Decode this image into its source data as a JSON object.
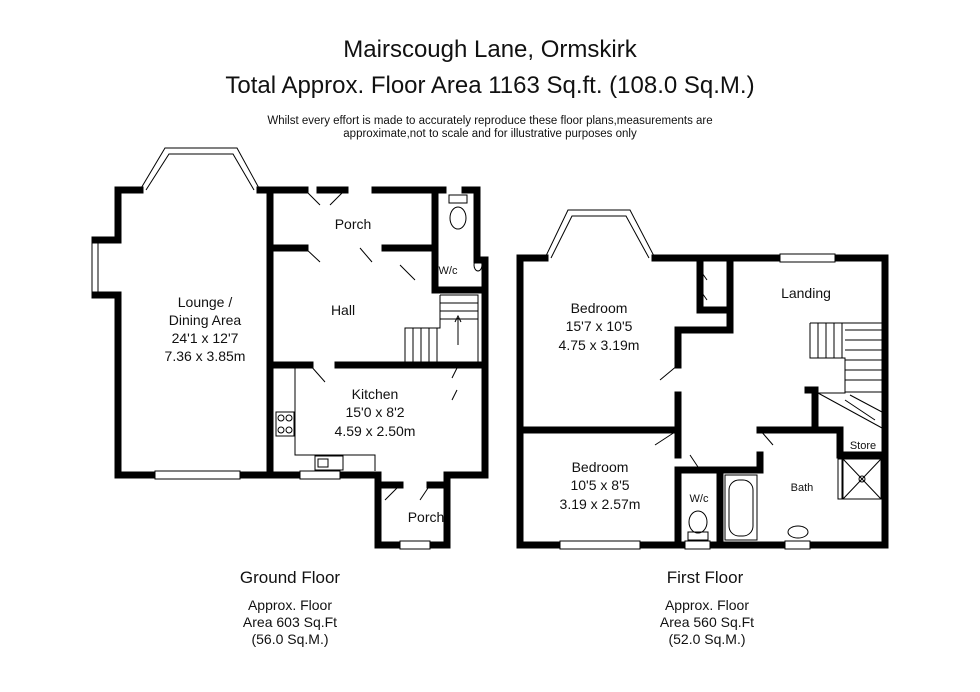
{
  "header": {
    "title": "Mairscough Lane, Ormskirk",
    "subtitle": "Total Approx. Floor Area 1163 Sq.ft. (108.0 Sq.M.)",
    "disclaimer_line1": "Whilst every effort is made to accurately reproduce these floor plans,measurements are",
    "disclaimer_line2": "approximate,not to scale and for illustrative purposes only"
  },
  "ground_floor": {
    "name": "Ground Floor",
    "area_line1": "Approx. Floor",
    "area_line2": "Area 603 Sq.Ft",
    "area_line3": "(56.0 Sq.M.)",
    "rooms": {
      "lounge": {
        "name1": "Lounge /",
        "name2": "Dining Area",
        "imperial": "24'1 x 12'7",
        "metric": "7.36 x 3.85m"
      },
      "porch_top": {
        "name": "Porch"
      },
      "wc": {
        "name": "W/c"
      },
      "hall": {
        "name": "Hall"
      },
      "kitchen": {
        "name": "Kitchen",
        "imperial": "15'0 x 8'2",
        "metric": "4.59 x 2.50m"
      },
      "porch_bottom": {
        "name": "Porch"
      }
    }
  },
  "first_floor": {
    "name": "First Floor",
    "area_line1": "Approx. Floor",
    "area_line2": "Area 560 Sq.Ft",
    "area_line3": "(52.0 Sq.M.)",
    "rooms": {
      "bedroom1": {
        "name": "Bedroom",
        "imperial": "15'7 x 10'5",
        "metric": "4.75 x 3.19m"
      },
      "landing": {
        "name": "Landing"
      },
      "bedroom2": {
        "name": "Bedroom",
        "imperial": "10'5 x 8'5",
        "metric": "3.19 x 2.57m"
      },
      "wc": {
        "name": "W/c"
      },
      "store": {
        "name": "Store"
      },
      "bath": {
        "name": "Bath"
      }
    }
  }
}
